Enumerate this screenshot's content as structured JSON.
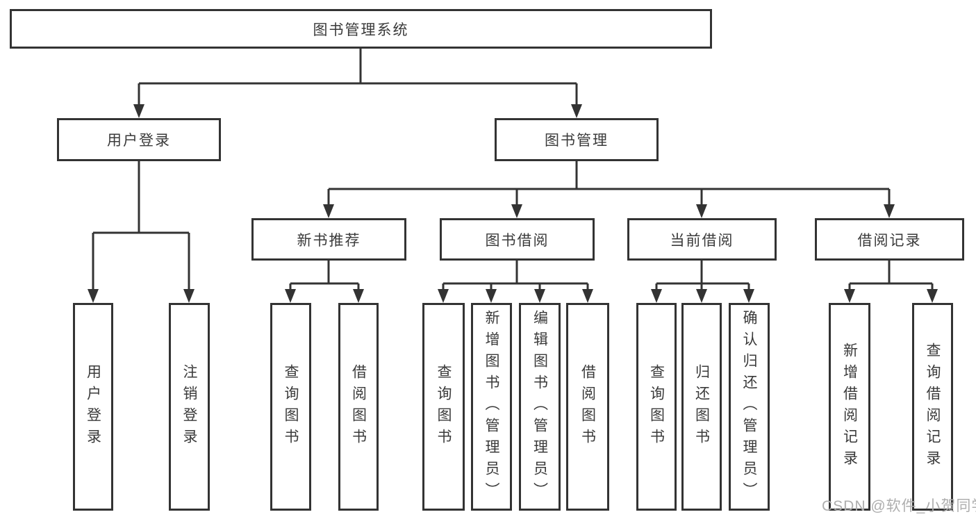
{
  "diagram": {
    "type": "functional-structure-tree",
    "title": "图书管理系统",
    "hierarchy": {
      "图书管理系统": [
        "用户登录",
        "图书管理"
      ],
      "用户登录": [
        "用户登录",
        "注销登录"
      ],
      "图书管理": [
        "新书推荐",
        "图书借阅",
        "当前借阅",
        "借阅记录"
      ],
      "新书推荐": [
        "查询图书",
        "借阅图书"
      ],
      "图书借阅": [
        "查询图书",
        "新增图书（管理员）",
        "编辑图书（管理员）",
        "借阅图书"
      ],
      "当前借阅": [
        "查询图书",
        "归还图书",
        "确认归还（管理员）"
      ],
      "借阅记录": [
        "新增借阅记录",
        "查询借阅记录"
      ]
    }
  },
  "nodes": {
    "root": "图书管理系统",
    "user_login": "用户登录",
    "book_mgmt": "图书管理",
    "new_book_rec": "新书推荐",
    "book_borrow": "图书借阅",
    "current_borrow": "当前借阅",
    "borrow_records": "借阅记录",
    "a1": "用户登录",
    "a2": "注销登录",
    "b1": "查询图书",
    "b2": "借阅图书",
    "c1": "查询图书",
    "c2": "新增图书（管理员）",
    "c3": "编辑图书（管理员）",
    "c4": "借阅图书",
    "d1": "查询图书",
    "d2": "归还图书",
    "d3": "确认归还（管理员）",
    "e1": "新增借阅记录",
    "e2": "查询借阅记录"
  },
  "watermark": "CSDN @软件_小贺同学",
  "colors": {
    "line": "#333333",
    "box_border": "#333333",
    "text": "#3a3a3a",
    "watermark": "#aeaeae",
    "background": "#ffffff"
  }
}
